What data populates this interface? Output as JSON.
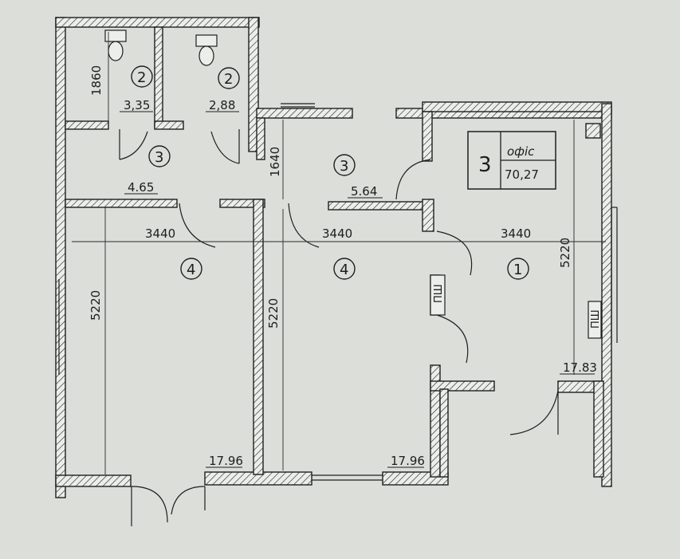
{
  "plan": {
    "office_badge": {
      "number": "3",
      "word": "офіс",
      "area": "70,27"
    },
    "rooms": {
      "wc_left": {
        "number": "2",
        "area": "3,35"
      },
      "wc_right": {
        "number": "2",
        "area": "2,88"
      },
      "hall_left": {
        "number": "3",
        "area": "4.65"
      },
      "hall_mid": {
        "number": "3",
        "area": "5.64"
      },
      "room_left": {
        "number": "4",
        "area": "17.96"
      },
      "room_mid": {
        "number": "4",
        "area": "17.96"
      },
      "room_right": {
        "number": "1",
        "area": "17.83"
      }
    },
    "dimensions": {
      "wc_height": "1860",
      "hall_height": "1640",
      "width_left": "3440",
      "width_mid": "3440",
      "width_right": "3440",
      "height_left": "5220",
      "height_mid": "5220",
      "height_right": "5220"
    },
    "shaft_label": "ПШ"
  }
}
